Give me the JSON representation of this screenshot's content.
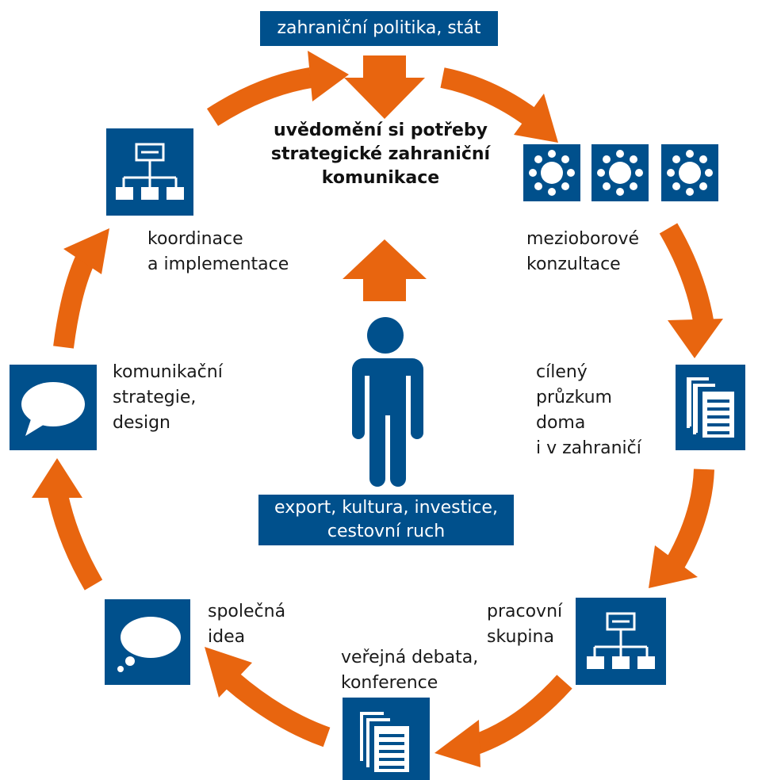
{
  "colors": {
    "arrow": "#e8650f",
    "box": "#00508c",
    "text": "#1a1a1a"
  },
  "top_box": "zahraniční politika, stát",
  "center_title": "uvědomění si potřeby\nstrategické zahraniční\nkomunikace",
  "bottom_box": "export, kultura, investice,\ncestovní ruch",
  "stages": {
    "consultations": "mezioborové\nkonzultace",
    "research": "cílený\nprůzkum\ndoma\ni v zahraničí",
    "working_group": "pracovní\nskupina",
    "public_debate": "veřejná debata,\nkonference",
    "shared_idea": "společná\nidea",
    "communication_strategy": "komunikační\nstrategie,\ndesign",
    "coordination": "koordinace\na implementace"
  },
  "icons": {
    "consultations": "sun-icon",
    "research": "documents-icon",
    "working_group": "org-chart-icon",
    "public_debate": "documents-icon",
    "shared_idea": "thought-bubble-icon",
    "communication_strategy": "speech-bubble-icon",
    "coordination": "org-chart-icon",
    "person": "person-icon"
  }
}
